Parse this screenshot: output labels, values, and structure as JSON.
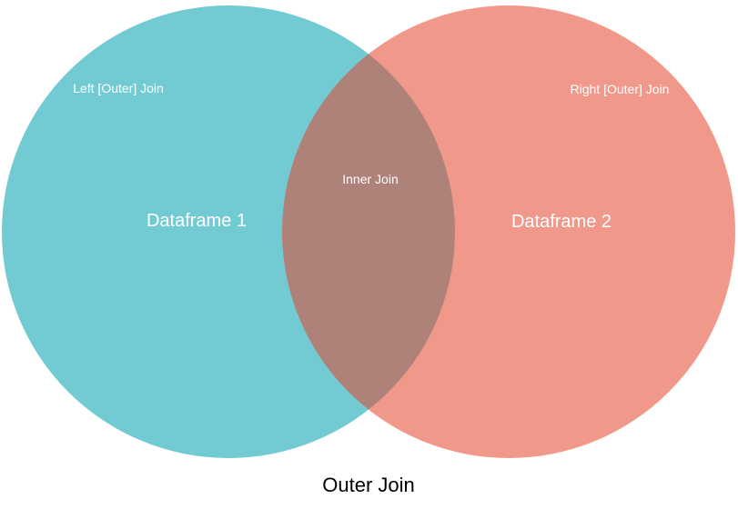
{
  "diagram": {
    "title": "Outer Join",
    "left_circle": {
      "name": "Dataframe 1",
      "region_label": "Left [Outer] Join",
      "color": "#72CBD3"
    },
    "right_circle": {
      "name": "Dataframe 2",
      "region_label": "Right [Outer] Join",
      "color": "#F0998B"
    },
    "intersection": {
      "region_label": "Inner Join",
      "color": "#AE8179"
    },
    "caption": "Outer Join",
    "text_color_light": "#FFFFFF",
    "caption_color": "#000000",
    "background_color": "#FFFFFF"
  }
}
